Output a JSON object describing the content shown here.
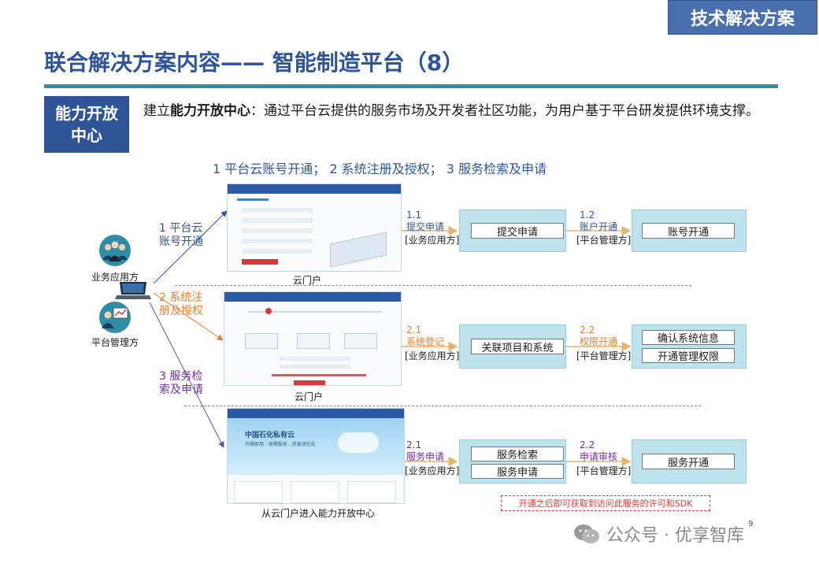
{
  "badge": "技术解决方案",
  "title": "联合解决方案内容—— 智能制造平台（8）",
  "side_label": {
    "line1": "能力开放",
    "line2": "中心"
  },
  "intro": {
    "prefix": "建立",
    "bold": "能力开放中心",
    "rest": "：通过平台云提供的服务市场及开发者社区功能，为用户基于平台研发提供环境支撑。"
  },
  "steps_header": "1 平台云账号开通；  2 系统注册及授权；  3 服务检索及申请",
  "actors": {
    "business": "业务应用方",
    "platform": "平台管理方"
  },
  "branch_labels": [
    {
      "line1": "1 平台云",
      "line2": "账号开通"
    },
    {
      "line1": "2 系统注",
      "line2": "册及授权"
    },
    {
      "line1": "3 服务检",
      "line2": "索及申请"
    }
  ],
  "captions": {
    "shot1": "云门户",
    "shot2": "云门户",
    "shot3": "从云门户进入能力开放中心"
  },
  "shot3_banner": {
    "title": "中国石化私有云",
    "sub": "开箱即用 · 按需服务 · 资源池优化"
  },
  "rows": [
    {
      "a": {
        "num": "1.1",
        "label": "提交申请",
        "role": "[业务应用方]",
        "boxes": [
          "提交申请"
        ]
      },
      "b": {
        "num": "1.2",
        "label": "账户开通",
        "role": "[平台管理方]",
        "boxes": [
          "账号开通"
        ]
      }
    },
    {
      "a": {
        "num": "2.1",
        "label": "系统登记",
        "role": "[业务应用方]",
        "boxes": [
          "关联项目和系统"
        ]
      },
      "b": {
        "num": "2.2",
        "label": "权限开通",
        "role": "[平台管理方]",
        "boxes": [
          "确认系统信息",
          "开通管理权限"
        ]
      }
    },
    {
      "a": {
        "num": "2.1",
        "label": "服务申请",
        "role": "[业务应用方]",
        "boxes": [
          "服务检索",
          "服务申请"
        ]
      },
      "b": {
        "num": "2.2",
        "label": "申请审核",
        "role": "[平台管理方]",
        "boxes": [
          "服务开通"
        ]
      }
    }
  ],
  "note": "开通之后即可获取到访问此服务的许可和SDK",
  "watermark": "公众号 · 优享智库",
  "page_number": "9",
  "colors": {
    "title": "#2f5597",
    "bar": "#2f8ea6",
    "panel": "#bfe3ee",
    "orange": "#ed7d31",
    "purple": "#7030a0",
    "note": "#d83a3a"
  }
}
